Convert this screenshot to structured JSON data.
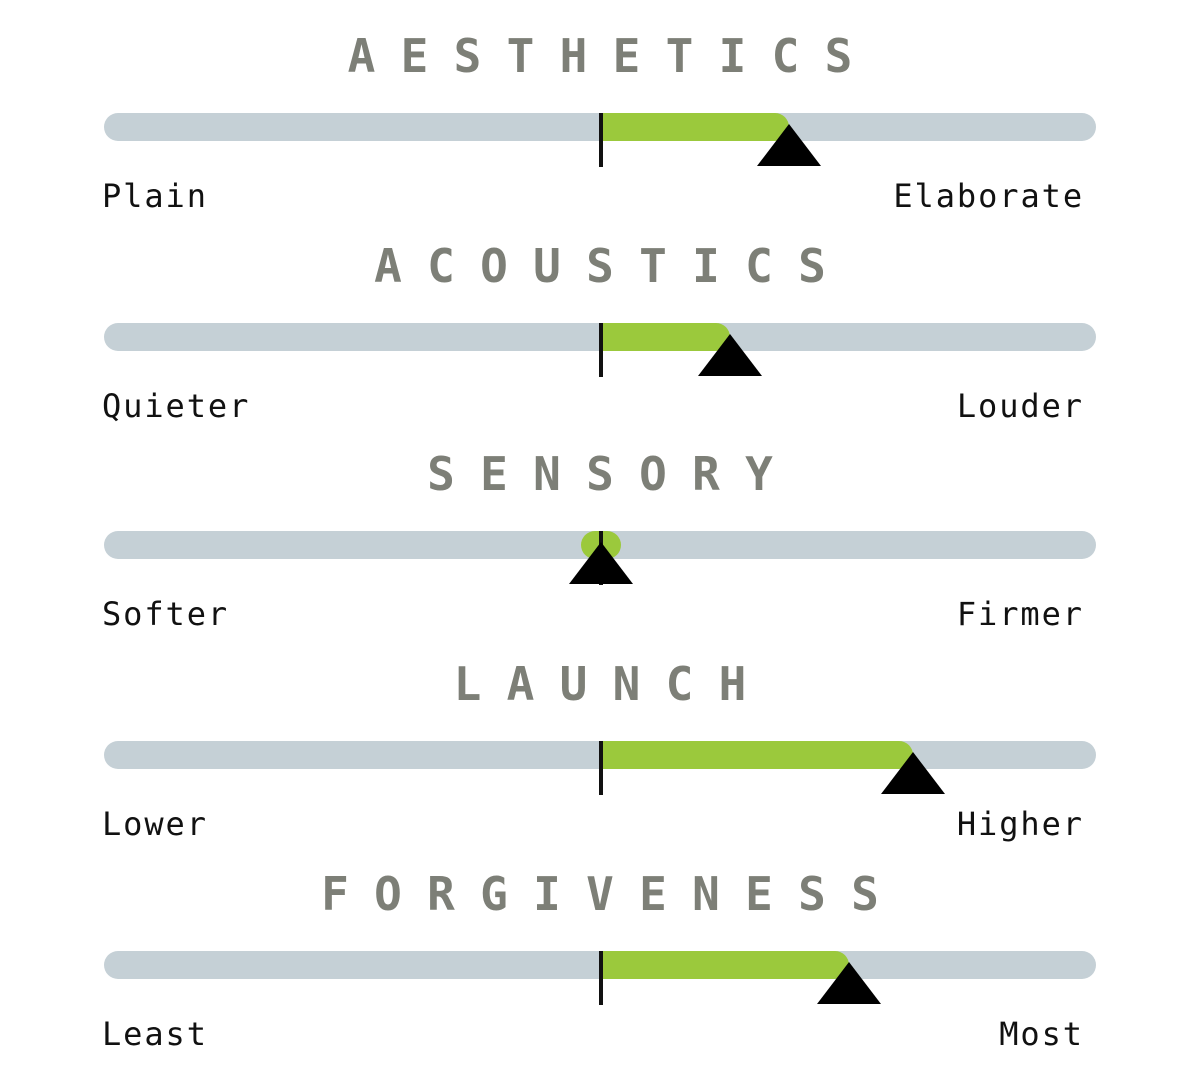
{
  "chart_data": {
    "type": "slider-scale",
    "scale_min": -1,
    "scale_max": 1,
    "colors": {
      "title": "#7d7f77",
      "track": "#c5d0d6",
      "fill": "#9bc93c",
      "marker": "#000000",
      "center_line": "#111111",
      "label": "#111111"
    },
    "scales": [
      {
        "title": "AESTHETICS",
        "left_label": "Plain",
        "right_label": "Elaborate",
        "value": 0.38
      },
      {
        "title": "ACOUSTICS",
        "left_label": "Quieter",
        "right_label": "Louder",
        "value": 0.26
      },
      {
        "title": "SENSORY",
        "left_label": "Softer",
        "right_label": "Firmer",
        "value": 0.0
      },
      {
        "title": "LAUNCH",
        "left_label": "Lower",
        "right_label": "Higher",
        "value": 0.63
      },
      {
        "title": "FORGIVENESS",
        "left_label": "Least",
        "right_label": "Most",
        "value": 0.5
      }
    ]
  }
}
